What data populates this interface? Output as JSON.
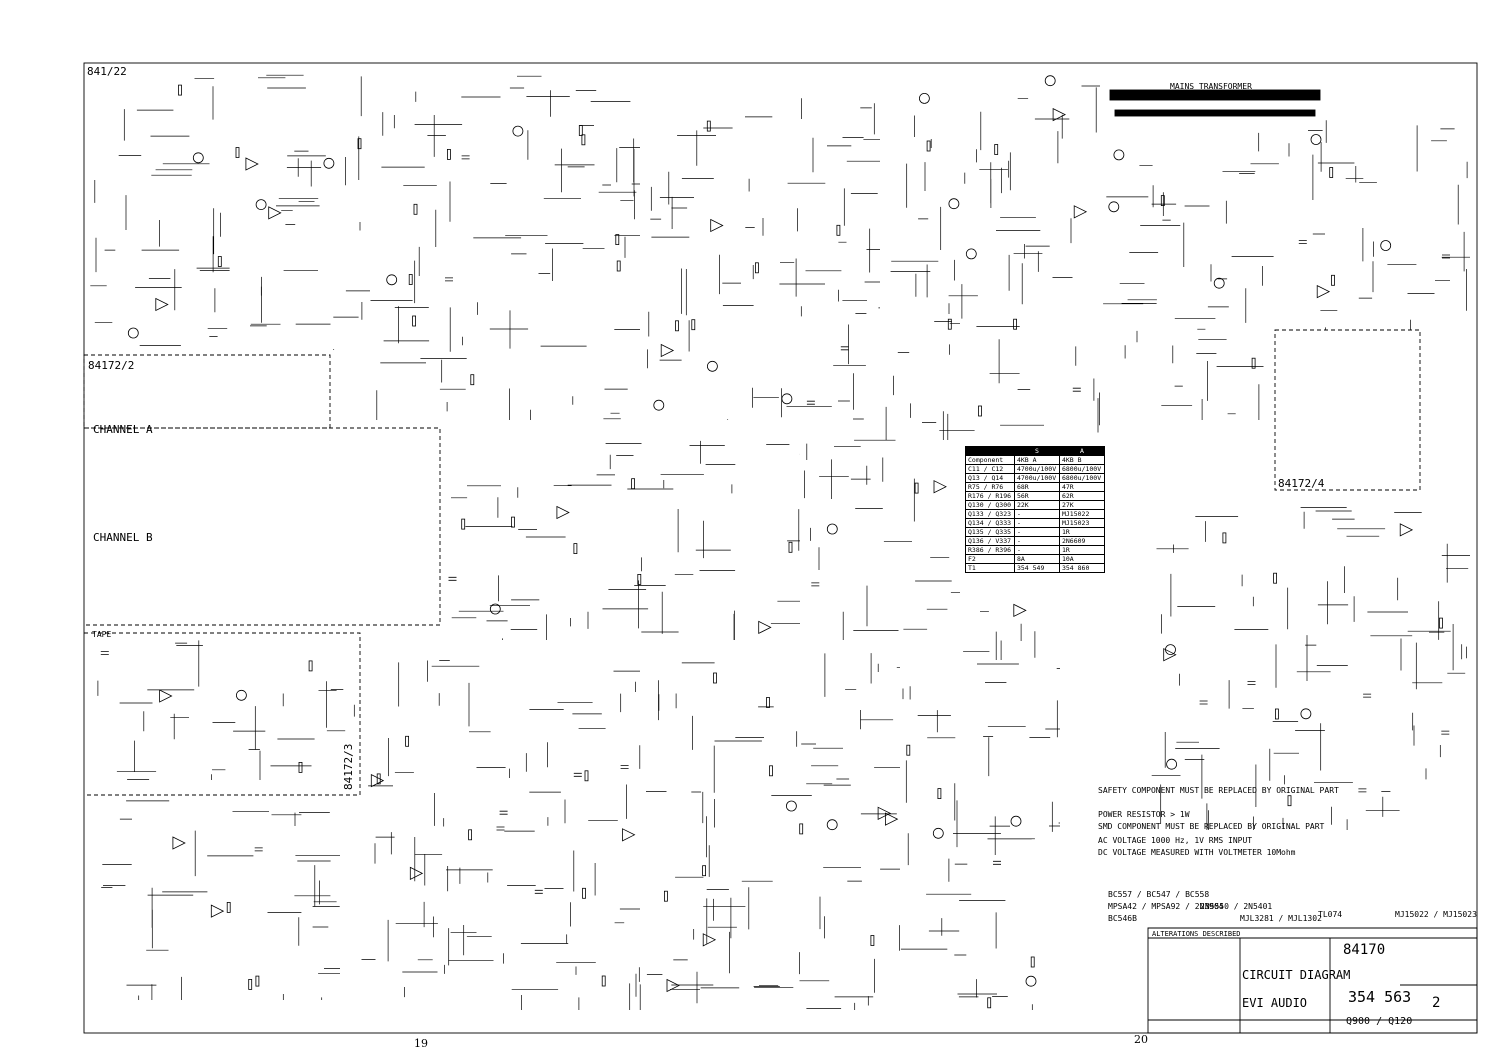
{
  "blocks": {
    "b1": "841/22",
    "b2": "84172/2",
    "b3": "84172/4",
    "b4": "84172/3"
  },
  "inputs": {
    "ch_a": "CHANNEL A",
    "ch_b": "CHANNEL B",
    "tape": "TAPE"
  },
  "variant_table": {
    "header": [
      "",
      "S",
      "A"
    ],
    "rows": [
      [
        "Component",
        "4KB A",
        "4KB B"
      ],
      [
        "C11 / C12",
        "4700u/100V",
        "6800u/100V"
      ],
      [
        "Q13 / Q14",
        "4700u/100V",
        "6800u/100V"
      ],
      [
        "R75 / R76",
        "68R",
        "47R"
      ],
      [
        "R176 / R196",
        "56R",
        "62R"
      ],
      [
        "Q130 / Q300",
        "22K",
        "27K"
      ],
      [
        "Q133 / Q323",
        "-",
        "MJ15022"
      ],
      [
        "Q134 / Q333",
        "-",
        "MJ15023"
      ],
      [
        "Q135 / Q335",
        "-",
        "1R"
      ],
      [
        "Q136 / V337",
        "-",
        "2N6609"
      ],
      [
        "R386 / R396",
        "-",
        "1R"
      ],
      [
        "F2",
        "8A",
        "10A"
      ],
      [
        "T1",
        "354 549",
        "354 860"
      ]
    ]
  },
  "transformer": "MAINS TRANSFORMER",
  "notes": [
    "SAFETY COMPONENT MUST BE REPLACED BY ORIGINAL PART",
    "POWER RESISTOR > 1W",
    "SMD COMPONENT MUST BE REPLACED BY ORIGINAL PART",
    "AC VOLTAGE 1000 Hz, 1V RMS INPUT",
    "DC VOLTAGE MEASURED WITH VOLTMETER 10Mohm"
  ],
  "packages": [
    "BC557 / BC547 / BC558",
    "MPSA42 / MPSA92 / 2N3904",
    "BC546B",
    "2N5550 / 2N5401",
    "MJL3281 / MJL1302",
    "TL074",
    "MJ15022 / MJ15023"
  ],
  "title_block": {
    "alterations": "ALTERATIONS DESCRIBED",
    "doc_number": "84170",
    "title": "CIRCUIT DIAGRAM",
    "company": "EVI AUDIO",
    "part_number": "354 563",
    "models": "Q900 / Q120",
    "sheet": "2"
  },
  "page_numbers": {
    "left": "19",
    "right": "20"
  }
}
